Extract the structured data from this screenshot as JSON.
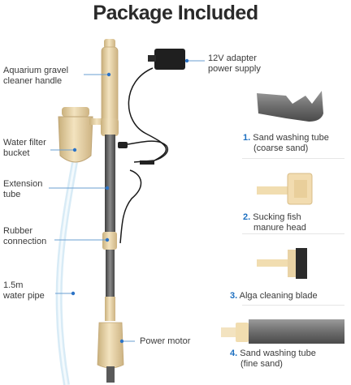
{
  "title": "Package Included",
  "left_labels": {
    "handle": [
      "Aquarium gravel",
      "cleaner handle"
    ],
    "filter": [
      "Water filter",
      "bucket"
    ],
    "extension": [
      "Extension",
      "tube"
    ],
    "rubber": [
      "Rubber",
      "connection"
    ],
    "pipe": [
      "1.5m",
      "water pipe"
    ]
  },
  "adapter": [
    "12V adapter",
    "power supply"
  ],
  "motor": "Power motor",
  "items": [
    {
      "num": "1.",
      "line1": "Sand washing tube",
      "line2": "(coarse sand)"
    },
    {
      "num": "2.",
      "line1": "Sucking fish",
      "line2": "manure head"
    },
    {
      "num": "3.",
      "line1": "Alga cleaning blade",
      "line2": ""
    },
    {
      "num": "4.",
      "line1": "Sand washing tube",
      "line2": "(fine sand)"
    }
  ],
  "colors": {
    "accent": "#1c6fc0",
    "beige": "#e8d3a6",
    "tube": "#5b5b5b",
    "dot": "#2c73c6"
  }
}
